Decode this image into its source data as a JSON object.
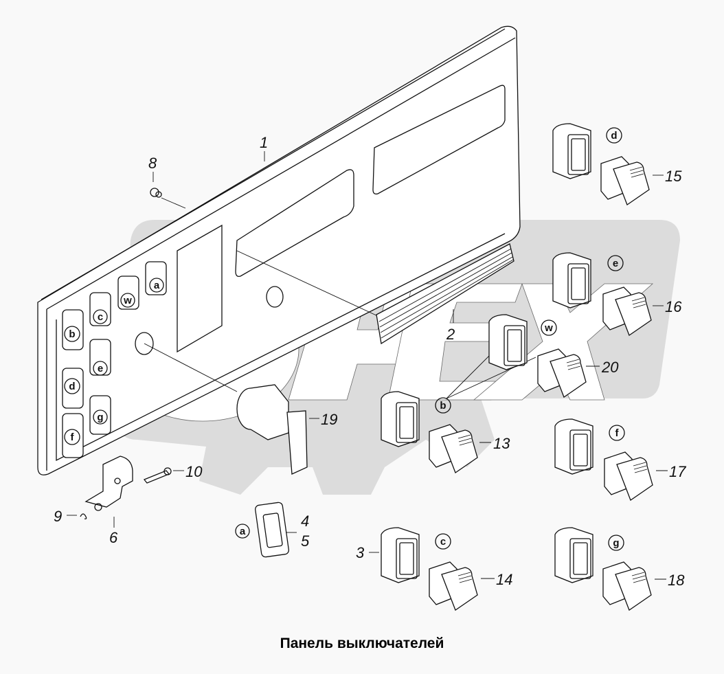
{
  "caption": "Панель выключателей",
  "watermark": {
    "text": "OPEX",
    "color": "#d9d9d9"
  },
  "colors": {
    "background": "#f9f9f9",
    "line": "#111111",
    "watermark": "#d9d9d9"
  },
  "panel_keys": [
    "a",
    "w",
    "c",
    "b",
    "e",
    "d",
    "g",
    "f"
  ],
  "callouts": {
    "p1": "1",
    "p2": "2",
    "p3": "3",
    "p4": "4",
    "p5": "5",
    "p6": "6",
    "p8": "8",
    "p9": "9",
    "p10": "10",
    "p13": "13",
    "p14": "14",
    "p15": "15",
    "p16": "16",
    "p17": "17",
    "p18": "18",
    "p19": "19",
    "p20": "20"
  },
  "switch_keys": {
    "d": "d",
    "e": "e",
    "w": "w",
    "b": "b",
    "f": "f",
    "c": "c",
    "g": "g",
    "a": "a"
  }
}
